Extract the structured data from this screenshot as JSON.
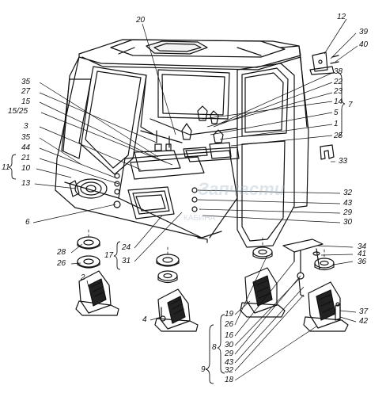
{
  "diagram": {
    "callouts": [
      {
        "id": "c12",
        "text": "12"
      },
      {
        "id": "c39",
        "text": "39"
      },
      {
        "id": "c40",
        "text": "40"
      },
      {
        "id": "c20",
        "text": "20"
      },
      {
        "id": "c38",
        "text": "38"
      },
      {
        "id": "c22",
        "text": "22"
      },
      {
        "id": "c23",
        "text": "23"
      },
      {
        "id": "c14",
        "text": "14"
      },
      {
        "id": "c7",
        "text": "7"
      },
      {
        "id": "c5",
        "text": "5"
      },
      {
        "id": "c1",
        "text": "1"
      },
      {
        "id": "c25r",
        "text": "25"
      },
      {
        "id": "c33",
        "text": "33"
      },
      {
        "id": "c35a",
        "text": "35"
      },
      {
        "id": "c27",
        "text": "27"
      },
      {
        "id": "c15a",
        "text": "15"
      },
      {
        "id": "c1525",
        "text": "15/25"
      },
      {
        "id": "c3",
        "text": "3"
      },
      {
        "id": "c35b",
        "text": "35"
      },
      {
        "id": "c44",
        "text": "44"
      },
      {
        "id": "c11",
        "text": "11"
      },
      {
        "id": "c21",
        "text": "21"
      },
      {
        "id": "c10",
        "text": "10"
      },
      {
        "id": "c13",
        "text": "13"
      },
      {
        "id": "c6",
        "text": "6"
      },
      {
        "id": "c32a",
        "text": "32"
      },
      {
        "id": "c43a",
        "text": "43"
      },
      {
        "id": "c29a",
        "text": "29"
      },
      {
        "id": "c30a",
        "text": "30"
      },
      {
        "id": "c28",
        "text": "28"
      },
      {
        "id": "c26a",
        "text": "26"
      },
      {
        "id": "c17",
        "text": "17"
      },
      {
        "id": "c24",
        "text": "24"
      },
      {
        "id": "c31",
        "text": "31"
      },
      {
        "id": "c34",
        "text": "34"
      },
      {
        "id": "c41",
        "text": "41"
      },
      {
        "id": "c36",
        "text": "36"
      },
      {
        "id": "c2",
        "text": "2"
      },
      {
        "id": "c4",
        "text": "4"
      },
      {
        "id": "c19",
        "text": "19"
      },
      {
        "id": "c26b",
        "text": "26"
      },
      {
        "id": "c16",
        "text": "16"
      },
      {
        "id": "c30b",
        "text": "30"
      },
      {
        "id": "c29b",
        "text": "29"
      },
      {
        "id": "c43b",
        "text": "43"
      },
      {
        "id": "c32b",
        "text": "32"
      },
      {
        "id": "c18",
        "text": "18"
      },
      {
        "id": "c37",
        "text": "37"
      },
      {
        "id": "c42",
        "text": "42"
      },
      {
        "id": "c8",
        "text": "8"
      },
      {
        "id": "c9",
        "text": "9"
      }
    ],
    "watermark_text": "КАБИНА ... ЗАПЧАСТИ"
  }
}
